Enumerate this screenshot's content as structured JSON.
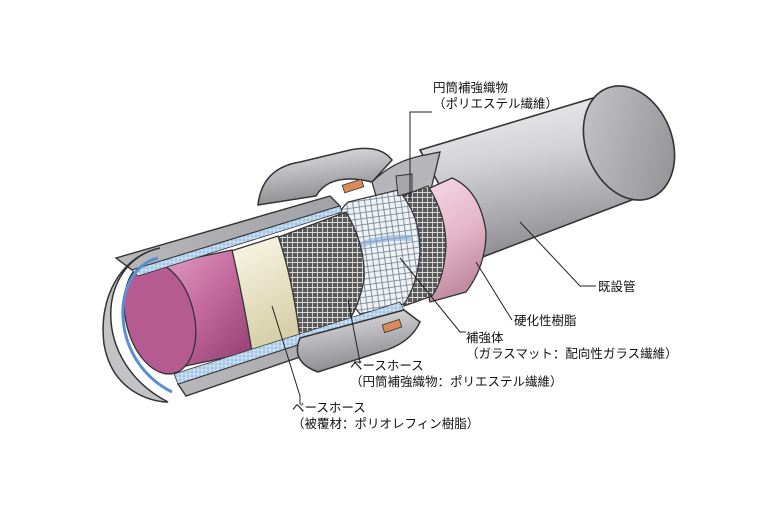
{
  "labels": {
    "cylinder_fabric": {
      "line1": "円筒補強織物",
      "line2": "（ポリエステル繊維）"
    },
    "existing_pipe": "既設管",
    "hardened_resin": "硬化性樹脂",
    "reinforcement": {
      "line1": "補強体",
      "line2": "（ガラスマット：配向性ガラス繊維）"
    },
    "base_hose_fabric": {
      "line1": "ベースホース",
      "line2": "（円筒補強織物：ポリエステル繊維）"
    },
    "base_hose_coating": {
      "line1": "ベースホース",
      "line2": "（被覆材：ポリオレフィン樹脂）"
    }
  },
  "colors": {
    "pipe": "#c9c9cc",
    "inner_hose": "#c06a9c",
    "resin": "#e9c4d2",
    "cream_band": "#efe9c9",
    "glass_mat": "#dfe6ee",
    "copper": "#d98a55"
  }
}
